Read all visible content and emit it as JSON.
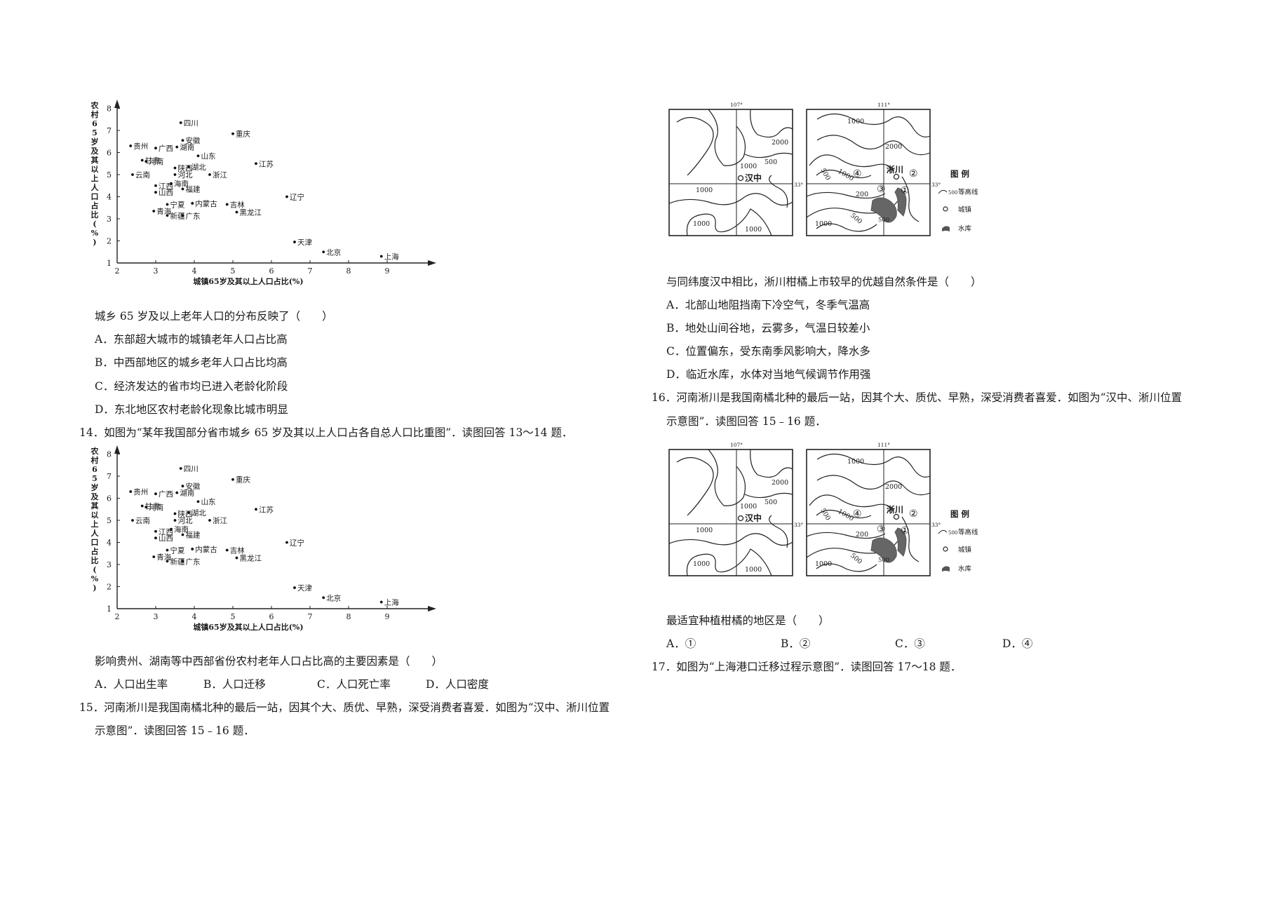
{
  "scatter": {
    "ylabel": "农村65岁及其以上人口占比(%)",
    "xlabel": "城镇65岁及其以上人口占比(%)",
    "x_ticks": [
      "2",
      "3",
      "4",
      "5",
      "6",
      "7",
      "8",
      "9"
    ],
    "y_ticks": [
      "1",
      "2",
      "3",
      "4",
      "5",
      "6",
      "7",
      "8"
    ]
  },
  "chart_data": {
    "type": "scatter",
    "title": "",
    "xlabel": "城镇65岁及其以上人口占比(%)",
    "ylabel": "农村65岁及其以上人口占比(%)",
    "xlim": [
      2,
      10
    ],
    "ylim": [
      1,
      8.5
    ],
    "points": [
      {
        "label": "四川",
        "x": 3.65,
        "y": 7.35
      },
      {
        "label": "重庆",
        "x": 5.0,
        "y": 6.85
      },
      {
        "label": "贵州",
        "x": 2.35,
        "y": 6.3
      },
      {
        "label": "广西",
        "x": 3.0,
        "y": 6.2
      },
      {
        "label": "安徽",
        "x": 3.7,
        "y": 6.55
      },
      {
        "label": "湖南",
        "x": 3.55,
        "y": 6.25
      },
      {
        "label": "山东",
        "x": 4.1,
        "y": 5.85
      },
      {
        "label": "甘肃",
        "x": 2.65,
        "y": 5.65
      },
      {
        "label": "河南",
        "x": 2.75,
        "y": 5.6
      },
      {
        "label": "江苏",
        "x": 5.6,
        "y": 5.5
      },
      {
        "label": "陕西",
        "x": 3.5,
        "y": 5.3
      },
      {
        "label": "湖北",
        "x": 3.85,
        "y": 5.35
      },
      {
        "label": "云南",
        "x": 2.4,
        "y": 5.0
      },
      {
        "label": "河北",
        "x": 3.5,
        "y": 5.0
      },
      {
        "label": "浙江",
        "x": 4.4,
        "y": 5.0
      },
      {
        "label": "海南",
        "x": 3.4,
        "y": 4.6
      },
      {
        "label": "江西",
        "x": 3.0,
        "y": 4.5
      },
      {
        "label": "山西",
        "x": 3.0,
        "y": 4.2
      },
      {
        "label": "福建",
        "x": 3.7,
        "y": 4.35
      },
      {
        "label": "辽宁",
        "x": 6.4,
        "y": 4.0
      },
      {
        "label": "宁夏",
        "x": 3.3,
        "y": 3.65
      },
      {
        "label": "内蒙古",
        "x": 3.95,
        "y": 3.7
      },
      {
        "label": "吉林",
        "x": 4.85,
        "y": 3.65
      },
      {
        "label": "青海",
        "x": 2.95,
        "y": 3.35
      },
      {
        "label": "新疆",
        "x": 3.3,
        "y": 3.15
      },
      {
        "label": "广东",
        "x": 3.7,
        "y": 3.15
      },
      {
        "label": "黑龙江",
        "x": 5.1,
        "y": 3.3
      },
      {
        "label": "天津",
        "x": 6.6,
        "y": 1.95
      },
      {
        "label": "北京",
        "x": 7.35,
        "y": 1.5
      },
      {
        "label": "上海",
        "x": 8.85,
        "y": 1.3
      }
    ]
  },
  "map": {
    "left_lon": "107°",
    "right_lon": "111°",
    "lat": "33°",
    "hanzhong": "汉中",
    "xichuan": "淅川",
    "legend_title": "图 例",
    "legend_contour": "等高线",
    "legend_contour_sample": "500",
    "legend_town": "城镇",
    "legend_reservoir": "水库",
    "c_left": [
      "2000",
      "1000",
      "500",
      "1000",
      "1000",
      "1000"
    ],
    "c_right": [
      "1000",
      "2000",
      "500",
      "1000",
      "200",
      "500",
      "1000",
      "500"
    ],
    "m1": "①",
    "m2": "②",
    "m3": "③",
    "m4": "④"
  },
  "left": {
    "q13_stem": "城乡 65 岁及以上老年人口的分布反映了（　　）",
    "q13_a": "A．东部超大城市的城镇老年人口占比高",
    "q13_b": "B．中西部地区的城乡老年人口占比均高",
    "q13_c": "C．经济发达的省市均已进入老龄化阶段",
    "q13_d": "D．东北地区农村老龄化现象比城市明显",
    "q14_intro": "14．如图为“某年我国部分省市城乡 65 岁及其以上人口占各自总人口比重图”．读图回答 13～14 题．",
    "q14_stem": "影响贵州、湖南等中西部省份农村老年人口占比高的主要因素是（　　）",
    "q14_a": "A．人口出生率",
    "q14_b": "B．人口迁移",
    "q14_c": "C．人口死亡率",
    "q14_d": "D．人口密度",
    "q15_l1": "15．河南淅川是我国南橘北种的最后一站，因其个大、质优、早熟，深受消费者喜爱．如图为“汉中、淅川位置",
    "q15_l2": "示意图”．读图回答 15﹣16 题．"
  },
  "right": {
    "q15_stem": "与同纬度汉中相比，淅川柑橘上市较早的优越自然条件是（　　）",
    "q15_a": "A．北部山地阻挡南下冷空气，冬季气温高",
    "q15_b": "B．地处山间谷地，云雾多，气温日较差小",
    "q15_c": "C．位置偏东，受东南季风影响大，降水多",
    "q15_d": "D．临近水库，水体对当地气候调节作用强",
    "q16_l1": "16．河南淅川是我国南橘北种的最后一站，因其个大、质优、早熟，深受消费者喜爱．如图为“汉中、淅川位置",
    "q16_l2": "示意图”．读图回答 15﹣16 题．",
    "q16_stem": "最适宜种植柑橘的地区是（　　）",
    "q16_a": "A．①",
    "q16_b": "B．②",
    "q16_c": "C．③",
    "q16_d": "D．④",
    "q17_intro": "17．如图为“上海港口迁移过程示意图”．读图回答 17～18 题．"
  }
}
